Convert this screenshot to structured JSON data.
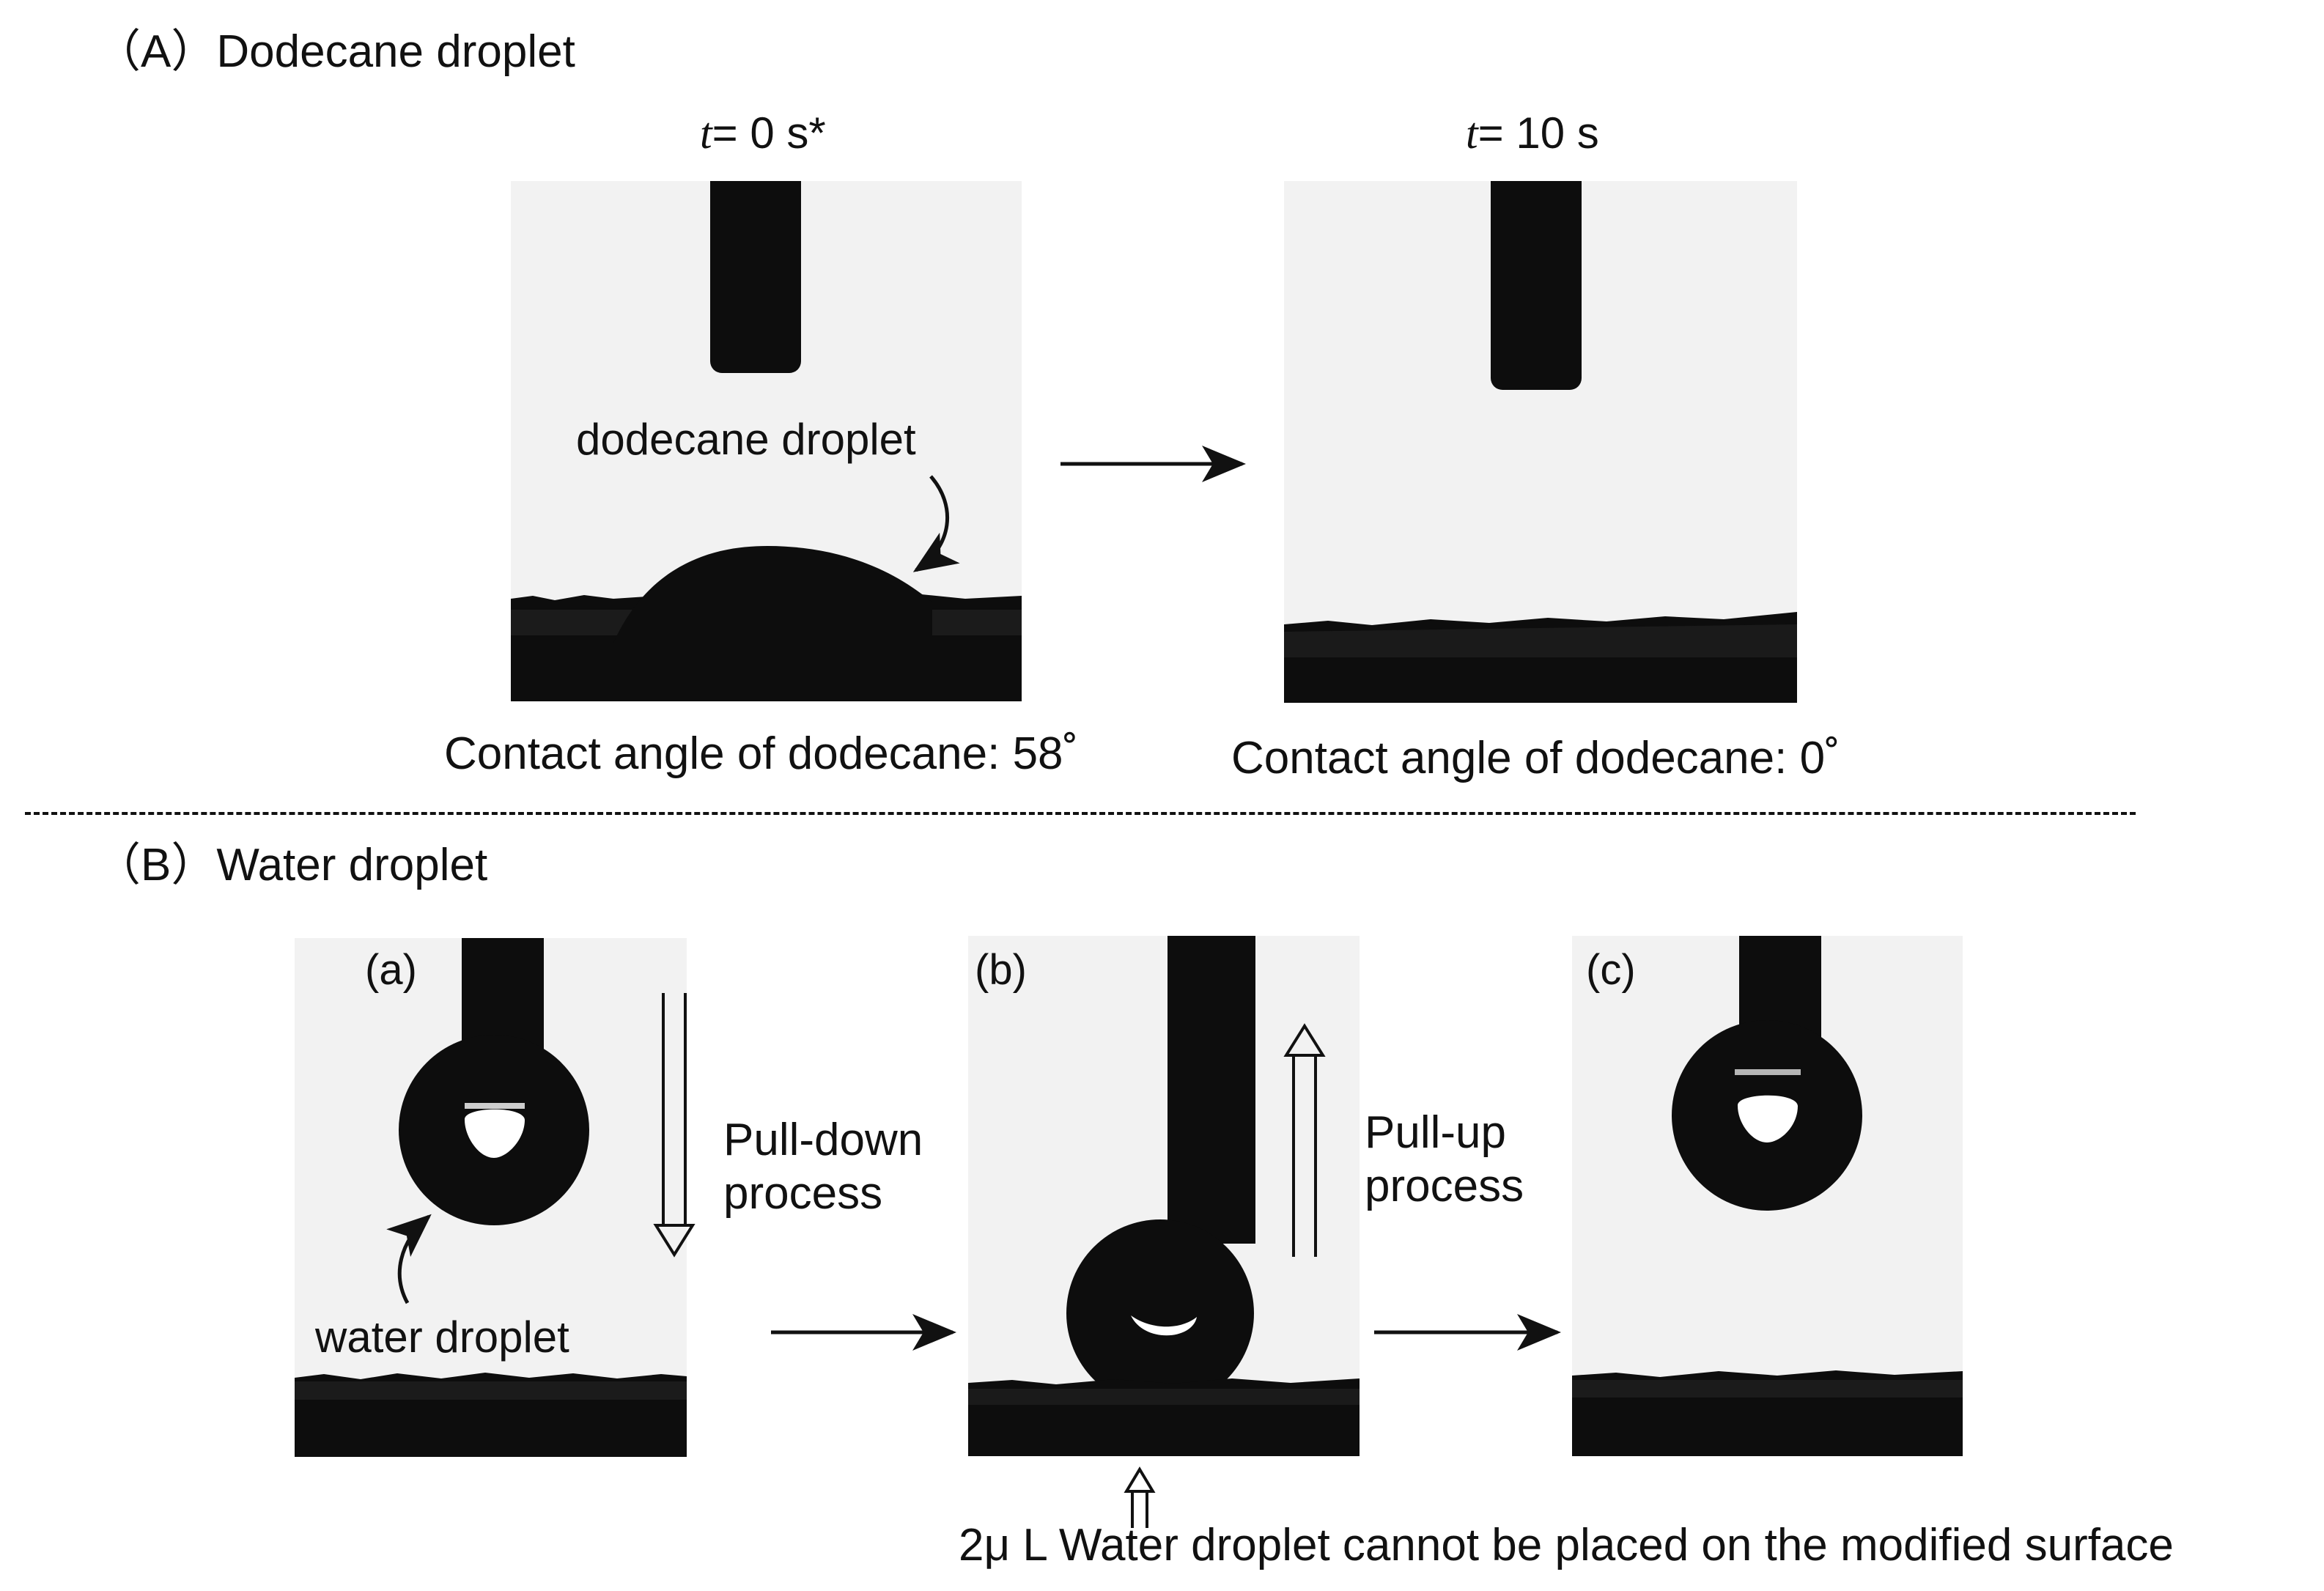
{
  "section_a": {
    "title": "（A）Dodecane droplet",
    "left_time_var": "t",
    "left_time_value": "= 0 s*",
    "right_time_var": "t",
    "right_time_value": "= 10 s",
    "droplet_label": "dodecane droplet",
    "left_caption": "Contact angle of dodecane: 58˚",
    "right_caption": "Contact angle of dodecane: 0˚"
  },
  "section_b": {
    "title": "（B）Water droplet",
    "panel_a_label": "(a)",
    "panel_b_label": "(b)",
    "panel_c_label": "(c)",
    "water_label": "water droplet",
    "pull_down_line1": "Pull-down",
    "pull_down_line2": "process",
    "pull_up_line1": "Pull-up",
    "pull_up_line2": "process",
    "bottom_note": "2μ  L Water droplet cannot be placed on the modified surface"
  },
  "colors": {
    "ink": "#111111",
    "background": "#f2f2f2",
    "solid": "#0d0d0d"
  }
}
